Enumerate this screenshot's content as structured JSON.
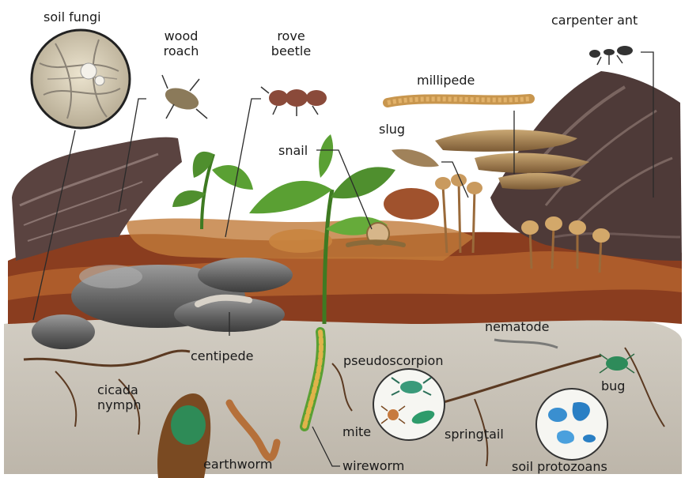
{
  "labels": {
    "soil_fungi": "soil fungi",
    "wood_roach": "wood\nroach",
    "rove_beetle": "rove\nbeetle",
    "carpenter_ant": "carpenter ant",
    "millipede": "millipede",
    "slug": "slug",
    "snail": "snail",
    "centipede": "centipede",
    "nematode": "nematode",
    "pseudoscorpion": "pseudoscorpion",
    "bug": "bug",
    "cicada_nymph": "cicada\nnymph",
    "mite": "mite",
    "springtail": "springtail",
    "earthworm": "earthworm",
    "wireworm": "wireworm",
    "soil_protozoans": "soil protozoans"
  },
  "colors": {
    "soil": "#c9c3b8",
    "litter": "#a4532c",
    "bark": "#5a4340",
    "leaf_green": "#4f8f2e",
    "leader_line": "#2a2a2a"
  }
}
